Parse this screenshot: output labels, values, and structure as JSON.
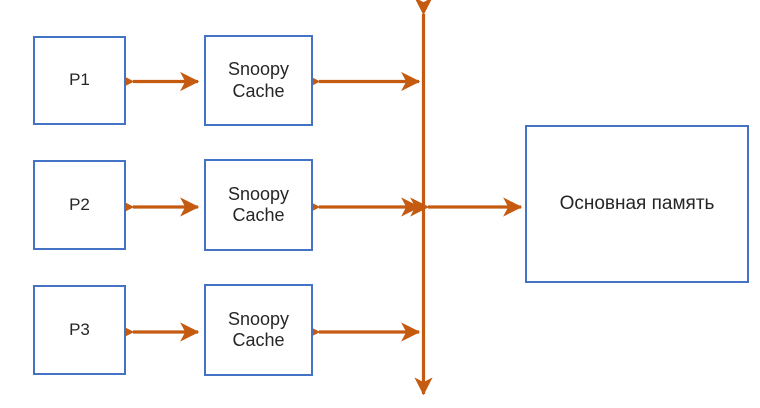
{
  "diagram": {
    "title": "Snoopy cache coherence bus diagram",
    "background": "#ffffff",
    "box_border_color": "#4472C4",
    "arrow_color": "#C55A11",
    "text_color": "#262626",
    "processors": [
      {
        "label": "P1"
      },
      {
        "label": "P2"
      },
      {
        "label": "P3"
      }
    ],
    "caches": [
      {
        "label": "Snoopy\nCache"
      },
      {
        "label": "Snoopy\nCache"
      },
      {
        "label": "Snoopy\nCache"
      }
    ],
    "memory": {
      "label": "Основная память"
    },
    "bus": {
      "label": "system-bus"
    },
    "connections": [
      {
        "label": "p1-to-cache1"
      },
      {
        "label": "cache1-to-bus"
      },
      {
        "label": "p2-to-cache2"
      },
      {
        "label": "cache2-to-bus"
      },
      {
        "label": "p3-to-cache3"
      },
      {
        "label": "cache3-to-bus"
      },
      {
        "label": "bus-to-memory"
      }
    ]
  }
}
